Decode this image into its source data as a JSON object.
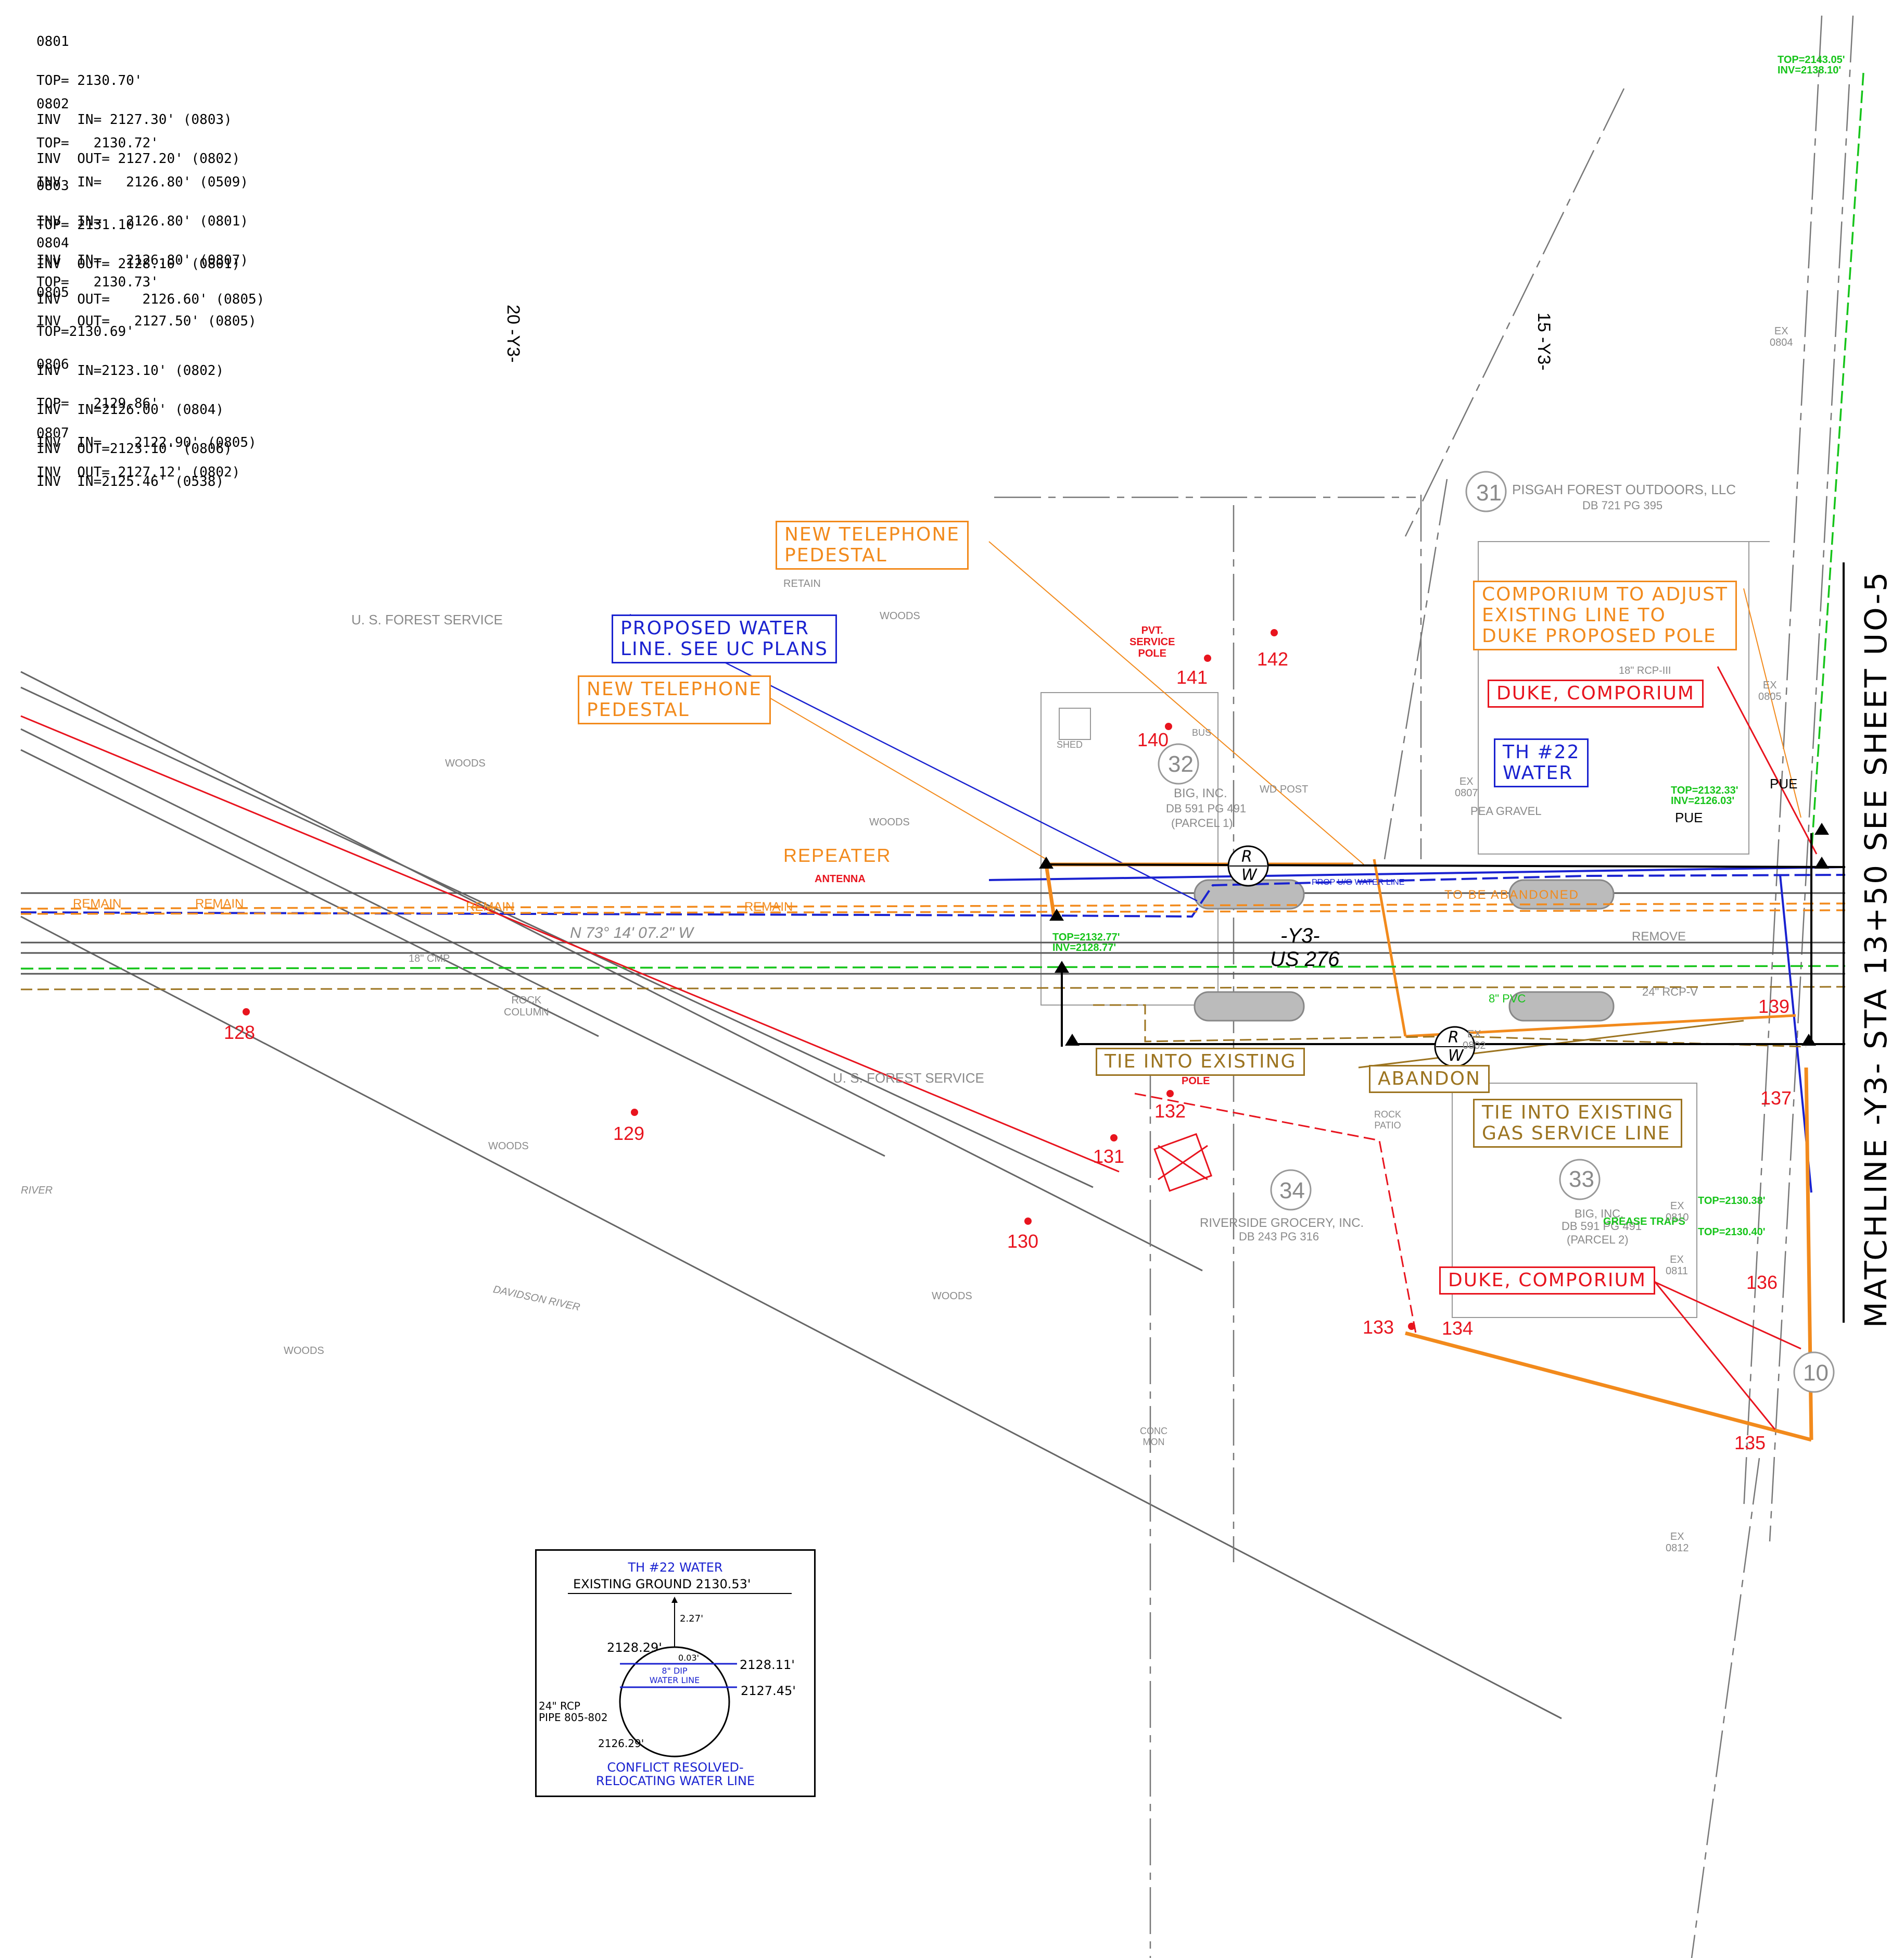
{
  "structure_table": [
    {
      "id": "0801",
      "lines": [
        "TOP= 2130.70'",
        "INV  IN= 2127.30' (0803)",
        "INV  OUT= 2127.20' (0802)"
      ]
    },
    {
      "id": "0802",
      "lines": [
        "TOP=   2130.72'",
        "INV  IN=   2126.80' (0509)",
        "INV  IN=   2126.80' (0801)",
        "INV  IN=   2126.80' (0807)",
        "INV  OUT=    2126.60' (0805)"
      ]
    },
    {
      "id": "0803",
      "lines": [
        "TOP= 2131.10'",
        "INV  OUT= 2128.10' (0801)"
      ]
    },
    {
      "id": "0804",
      "lines": [
        "TOP=   2130.73'",
        "INV  OUT=   2127.50' (0805)"
      ]
    },
    {
      "id": "0805",
      "lines": [
        "TOP=2130.69'",
        "INV  IN=2123.10' (0802)",
        "INV  IN=2126.00' (0804)",
        "INV  OUT=2123.10' (0806)"
      ]
    },
    {
      "id": "0806",
      "lines": [
        "TOP=   2129.86'",
        "INV  IN=    2122.90' (0805)",
        "INV  IN=2125.46' (0538)"
      ]
    },
    {
      "id": "0807",
      "lines": [
        "INV  OUT= 2127.12' (0802)"
      ]
    }
  ],
  "callouts": {
    "new_telephone_pedestal_1": "NEW TELEPHONE\nPEDESTAL",
    "new_telephone_pedestal_2": "NEW TELEPHONE\nPEDESTAL",
    "proposed_water_line": "PROPOSED WATER\nLINE. SEE UC PLANS",
    "comporium_adjust": "COMPORIUM TO ADJUST\nEXISTING LINE TO\nDUKE PROPOSED POLE",
    "duke_comporium_1": "DUKE, COMPORIUM",
    "duke_comporium_2": "DUKE, COMPORIUM",
    "th22_water": "TH #22\nWATER",
    "tie_into_existing": "TIE INTO EXISTING",
    "abandon": "ABANDON",
    "tie_into_gas": "TIE INTO EXISTING\nGAS SERVICE LINE",
    "repeater": "REPEATER",
    "antenna": "ANTENNA",
    "pvt_service_pole": "PVT.\nSERVICE\nPOLE",
    "pole": "POLE",
    "to_be_abandoned": "TO BE ABANDONED",
    "remain": "REMAIN",
    "remove": "REMOVE",
    "retain": "RETAIN"
  },
  "parcels": [
    {
      "num": "31",
      "owner": "PISGAH FOREST OUTDOORS, LLC",
      "deed": "DB 721 PG 395"
    },
    {
      "num": "32",
      "owner": "BIG, INC.",
      "deed": "DB 591 PG 491",
      "note": "(PARCEL 1)"
    },
    {
      "num": "33",
      "owner": "BIG, INC.",
      "deed": "DB 591 PG 491",
      "note": "(PARCEL 2)"
    },
    {
      "num": "34",
      "owner": "RIVERSIDE GROCERY, INC.",
      "deed": "DB 243 PG 316"
    },
    {
      "num": "10",
      "owner": "",
      "deed": ""
    }
  ],
  "points": [
    "128",
    "129",
    "130",
    "131",
    "132",
    "133",
    "134",
    "135",
    "136",
    "137",
    "139",
    "140",
    "141",
    "142"
  ],
  "road": {
    "name": "-Y3-",
    "route": "US 276",
    "bearing": "N 73° 14' 07.2\" W",
    "station_20": "20 -Y3-",
    "station_15": "15 -Y3-"
  },
  "labels": {
    "forest_service_1": "U. S. FOREST SERVICE",
    "forest_service_2": "U. S. FOREST SERVICE",
    "woods": "WOODS",
    "davidson_river": "DAVIDSON RIVER",
    "river": "RIVER",
    "rock_column": "ROCK\nCOLUMN",
    "pipe_18_cmp": "18\" CMP",
    "pipe_8_pvc": "8\" PVC",
    "pipe_24_rcp": "24\" RCP-V",
    "pipe_18_rcp": "18\" RCP-III",
    "shed": "SHED",
    "bus": "BUS",
    "pea_gravel": "PEA GRAVEL",
    "wd_post": "WD POST",
    "rock_patio": "ROCK\nPATIO",
    "grease_traps": "GREASE TRAPS",
    "pue": "PUE",
    "conc_mon": "CONC\nMON",
    "top_inv_1": "TOP=2132.77'\nINV=2128.77'",
    "top_inv_2": "TOP=2143.05'\nINV=2138.10'",
    "top_inv_3": "TOP=2132.33'\nINV=2126.03'",
    "top_inv_4": "TOP=2130.38'",
    "top_inv_5": "TOP=2130.40'",
    "prop_ug_water": "PROP U/G WATER LINE",
    "rw": [
      "R",
      "W"
    ],
    "ex_structures": [
      "EX\n0804",
      "EX\n0805",
      "EX\n0807",
      "EX\n0810",
      "EX\n0811",
      "EX\n0812",
      "EX\n0802"
    ]
  },
  "matchline": "MATCHLINE -Y3- STA 13+50    SEE SHEET UO-5",
  "inset": {
    "title": "TH #22 WATER",
    "existing_ground": "EXISTING GROUND 2130.53'",
    "dim_top": "2.27'",
    "elev_top_pipe": "2128.29'",
    "dim_clear": "0.03'",
    "elev_water_top": "2128.11'",
    "water_line": "8\" DIP\nWATER LINE",
    "elev_water_bot": "2127.45'",
    "pipe_desc": "24\" RCP\nPIPE 805-802",
    "elev_pipe_bot": "2126.29'",
    "footer": "CONFLICT RESOLVED-\nRELOCATING WATER LINE"
  },
  "colors": {
    "electric": "#e8141e",
    "telephone": "#f28a1c",
    "water": "#1a22d0",
    "sewer": "#16c41a",
    "gas": "#9c7420",
    "existing": "#8a8a8a"
  }
}
